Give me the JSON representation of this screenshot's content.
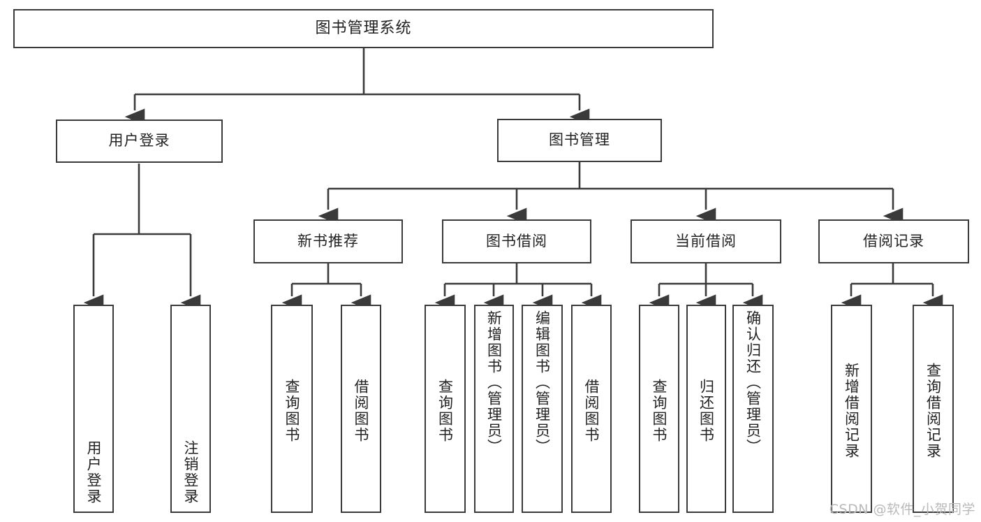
{
  "diagram": {
    "type": "tree",
    "title": "图书管理系统",
    "root": {
      "label": "图书管理系统"
    },
    "level1": [
      {
        "label": "用户登录"
      },
      {
        "label": "图书管理"
      }
    ],
    "level2": [
      {
        "label": "新书推荐"
      },
      {
        "label": "图书借阅"
      },
      {
        "label": "当前借阅"
      },
      {
        "label": "借阅记录"
      }
    ],
    "leaves": {
      "user_login": [
        {
          "label": "用户登录"
        },
        {
          "label": "注销登录"
        }
      ],
      "new_book_recommend": [
        {
          "label": "查询图书"
        },
        {
          "label": "借阅图书"
        }
      ],
      "book_borrow": [
        {
          "label": "查询图书"
        },
        {
          "label": "新增图书（管理员）"
        },
        {
          "label": "编辑图书（管理员）"
        },
        {
          "label": "借阅图书"
        }
      ],
      "current_borrow": [
        {
          "label": "查询图书"
        },
        {
          "label": "归还图书"
        },
        {
          "label": "确认归还（管理员）"
        }
      ],
      "borrow_record": [
        {
          "label": "新增借阅记录"
        },
        {
          "label": "查询借阅记录"
        }
      ]
    }
  },
  "watermark": {
    "text": "CSDN @软件_小贺同学"
  },
  "colors": {
    "stroke": "#3a3a3a",
    "fill": "#ffffff",
    "text": "#222222",
    "watermark": "#b9b9b9"
  }
}
